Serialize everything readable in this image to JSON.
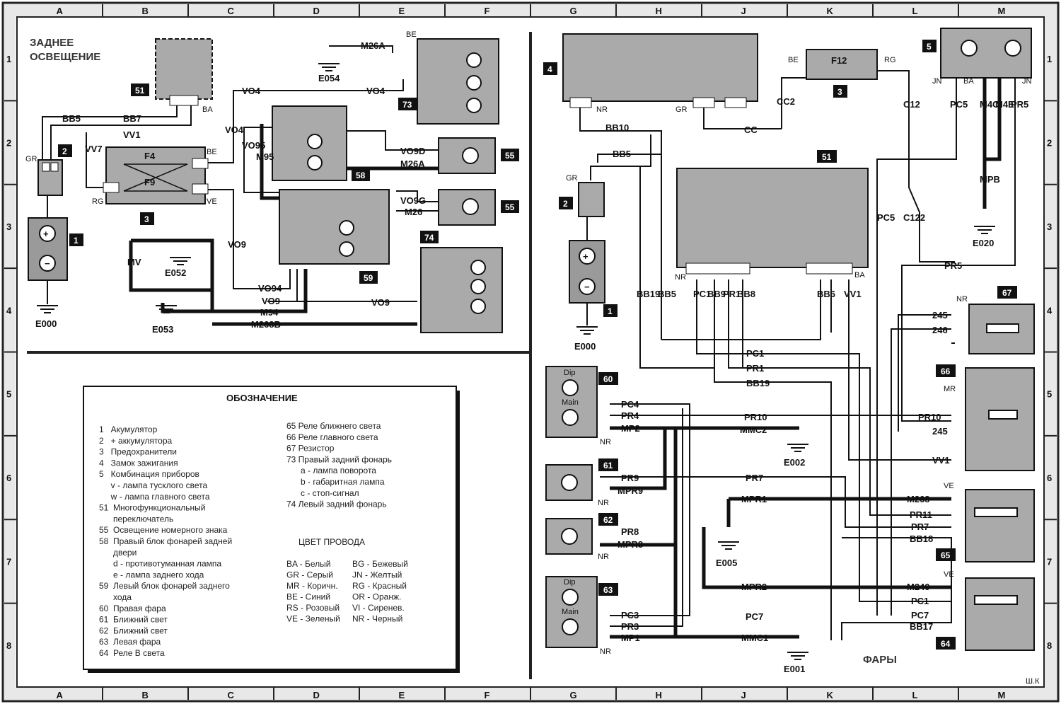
{
  "grid": {
    "columns": [
      "A",
      "B",
      "C",
      "D",
      "E",
      "F",
      "G",
      "H",
      "J",
      "K",
      "L",
      "M"
    ],
    "rows": [
      "1",
      "2",
      "3",
      "4",
      "5",
      "6",
      "7",
      "8"
    ]
  },
  "left_title": [
    "ЗАДНЕЕ",
    "ОСВЕЩЕНИЕ"
  ],
  "right_title": "ФАРЫ",
  "watermark": "Ш.К",
  "legend": {
    "title": "ОБОЗНАЧЕНИЕ",
    "col1": [
      "1   Акумулятор",
      "2   + аккумулятора",
      "3   Предохранители",
      "4   Замок зажигания",
      "5   Комбинация приборов",
      "     v - лампа тусклого света",
      "     w - лампа главного света",
      "51  Многофункциональный",
      "      переключатель",
      "55  Освещение номерного знака",
      "58  Правый блок фонарей задней",
      "      двери",
      "      d - противотуманная лампа",
      "      e - лампа заднего хода",
      "59  Левый блок фонарей заднего",
      "      хода",
      "60  Правая фара",
      "61  Ближний свет",
      "62  Ближний свет",
      "63  Левая фара",
      "64  Реле В света"
    ],
    "col2": [
      "65 Реле ближнего света",
      "66 Реле главного света",
      "67 Резистор",
      "73 Правый задний фонарь",
      "      a - лампа поворота",
      "      b - габаритная лампа",
      "      c - стоп-сигнал",
      "74 Левый задний фонарь"
    ],
    "wire_color_title": "ЦВЕТ ПРОВОДА",
    "wire_colors_a": [
      "BA - Белый",
      "GR - Серый",
      "MR - Коричн.",
      "BE - Синий",
      "RS - Розовый",
      "VE - Зеленый"
    ],
    "wire_colors_b": [
      "BG - Бежевый",
      "JN - Желтый",
      "RG - Красный",
      "OR - Оранж.",
      "VI - Сиренев.",
      "NR - Черный"
    ]
  },
  "components": {
    "c51a": "51",
    "c2a": "2",
    "c3a": "3",
    "c1a": "1",
    "c73": "73",
    "c58": "58",
    "c55a": "55",
    "c55b": "55",
    "c59": "59",
    "c74": "74",
    "c4": "4",
    "c3b": "3",
    "c5": "5",
    "c51b": "51",
    "c2b": "2",
    "c1b": "1",
    "c67": "67",
    "c66": "66",
    "c60": "60",
    "c61": "61",
    "c62": "62",
    "c63": "63",
    "c65": "65",
    "c64": "64"
  },
  "fuses": {
    "f4": "F4",
    "f9": "F9",
    "f12": "F12"
  },
  "grounds": {
    "e054": "E054",
    "e052": "E052",
    "e053": "E053",
    "e000a": "E000",
    "e000b": "E000",
    "e020": "E020",
    "e002": "E002",
    "e005": "E005",
    "e001": "E001"
  },
  "wires_left": {
    "bb5": "BB5",
    "bb7": "BB7",
    "vv1": "VV1",
    "vv7": "VV7",
    "vo4a": "VO4",
    "vo4b": "VO4",
    "vo4c": "VO4",
    "m26a1": "M26A",
    "m26a2": "M26A",
    "vo9d": "VO9D",
    "vo95": "VO95",
    "m95": "M95",
    "vo9g": "VO9G",
    "m26": "M26",
    "vo9": "VO9",
    "vo9b": "VO9",
    "vo9c": "VO9",
    "vo94": "VO94",
    "m94": "M94",
    "m268b": "M268B",
    "mv": "MV"
  },
  "wires_right": {
    "bb10": "BB10",
    "bb5": "BB5",
    "cc": "CC",
    "cc2": "CC2",
    "c12": "C12",
    "c122": "C122",
    "pc5a": "PC5",
    "pc5b": "PC5",
    "m4c": "M4C",
    "m4e": "M4E",
    "pr5a": "PR5",
    "pr5b": "PR5",
    "mpb": "MPB",
    "bb19a": "BB19",
    "bb19b": "BB19",
    "bb5v": "BB5",
    "pc1v": "PC1",
    "bb9": "BB9",
    "pr1v": "PR1",
    "bb8": "BB8",
    "bb6": "BB6",
    "vv1v": "VV1",
    "pc1": "PC1",
    "pr1": "PR1",
    "w245a": "245",
    "w246": "246",
    "w245b": "245",
    "vv1": "VV1",
    "pc4": "PC4",
    "pr4": "PR4",
    "mp2": "MP2",
    "pr10a": "PR10",
    "pr10b": "PR10",
    "mmc2": "MMC2",
    "pr9": "PR9",
    "mpr9": "MPR9",
    "pr7a": "PR7",
    "mpr1": "MPR1",
    "m268": "M268",
    "pr11": "PR11",
    "pr7b": "PR7",
    "bb18": "BB18",
    "pr8": "PR8",
    "mpr8": "MPR8",
    "mpr2": "MPR2",
    "m240": "M240",
    "pc1b": "PC1",
    "pc7a": "PC7",
    "pc7b": "PC7",
    "bb17": "BB17",
    "pc3": "PC3",
    "pr3": "PR3",
    "mp1": "MP1",
    "mmc1": "MMC1"
  },
  "tags": {
    "gr": "GR",
    "rg": "RG",
    "be": "BE",
    "ve": "VE",
    "ba": "BA",
    "mr": "MR",
    "nr": "NR",
    "jn": "JN",
    "dip": "Dip",
    "main": "Main"
  }
}
